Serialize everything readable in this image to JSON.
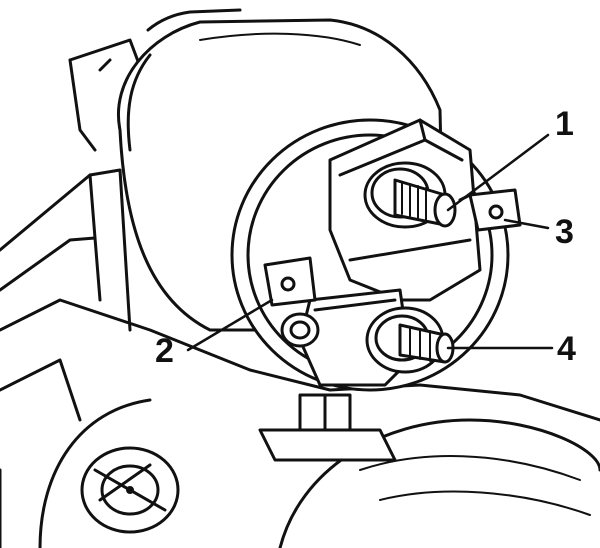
{
  "callouts": [
    {
      "id": "1",
      "label": "1"
    },
    {
      "id": "2",
      "label": "2"
    },
    {
      "id": "3",
      "label": "3"
    },
    {
      "id": "4",
      "label": "4"
    }
  ],
  "colors": {
    "ink": "#111111",
    "paper": "#ffffff"
  }
}
